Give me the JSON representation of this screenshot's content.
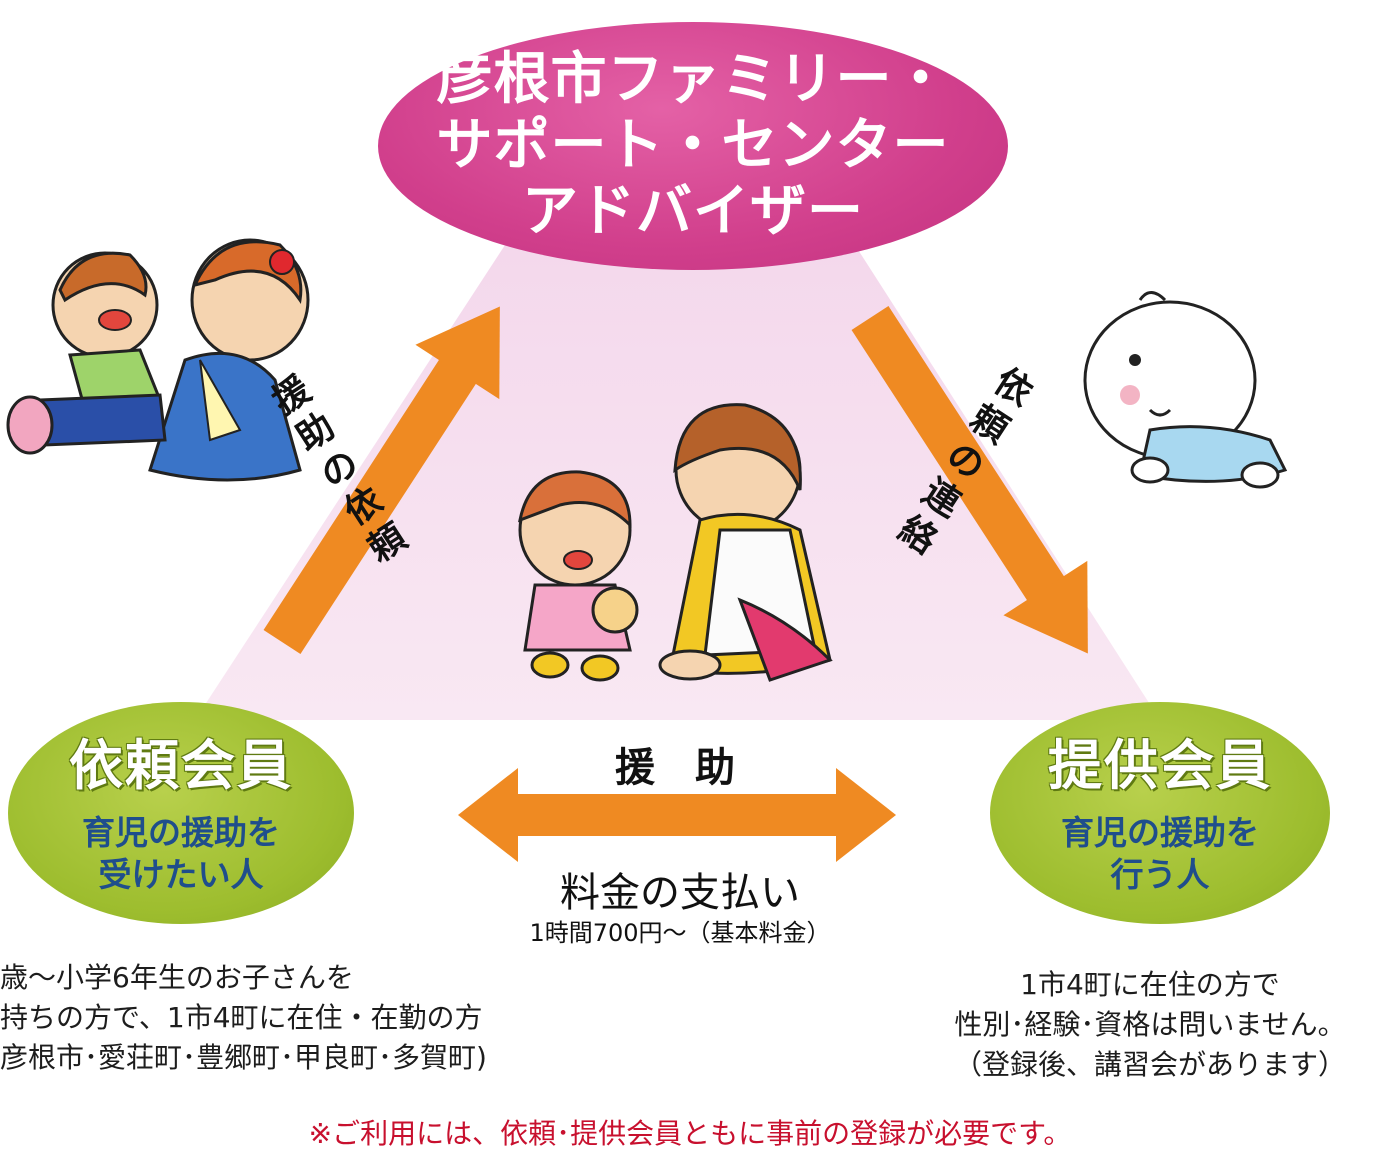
{
  "center": {
    "lines": [
      "彦根市ファミリー・",
      "サポート・センター",
      "アドバイザー"
    ]
  },
  "requester": {
    "title": "依頼会員",
    "desc_lines": [
      "育児の援助を",
      "受けたい人"
    ],
    "note_lines": [
      "歳〜小学6年生のお子さんを",
      "持ちの方で、1市4町に在住・在勤の方",
      "彦根市･愛荘町･豊郷町･甲良町･多賀町)"
    ]
  },
  "provider": {
    "title": "提供会員",
    "desc_lines": [
      "育児の援助を",
      "行う人"
    ],
    "note_lines": [
      "1市4町に在住の方で",
      "性別･経験･資格は問いません。",
      "（登録後、講習会があります）"
    ]
  },
  "arrows": {
    "left_label": [
      "援",
      "助",
      "の",
      "依",
      "頼"
    ],
    "right_label": [
      "依",
      "頼",
      "の",
      "連",
      "絡"
    ],
    "bottom_top_label": "援　助",
    "bottom_label": "料金の支払い",
    "bottom_sub_label": "1時間700円〜（基本料金）"
  },
  "footer_note": "※ご利用には、依頼･提供会員ともに事前の登録が必要です。",
  "colors": {
    "magenta": "#d13f8c",
    "green": "#9dbd2e",
    "orange": "#ef8a22",
    "triangle": "#f7e3f0",
    "desc_blue": "#1f4e8c",
    "footer_red": "#c8102e"
  },
  "illustrations": [
    "parent-lifting-child",
    "crawling-baby",
    "caregiver-with-child"
  ]
}
